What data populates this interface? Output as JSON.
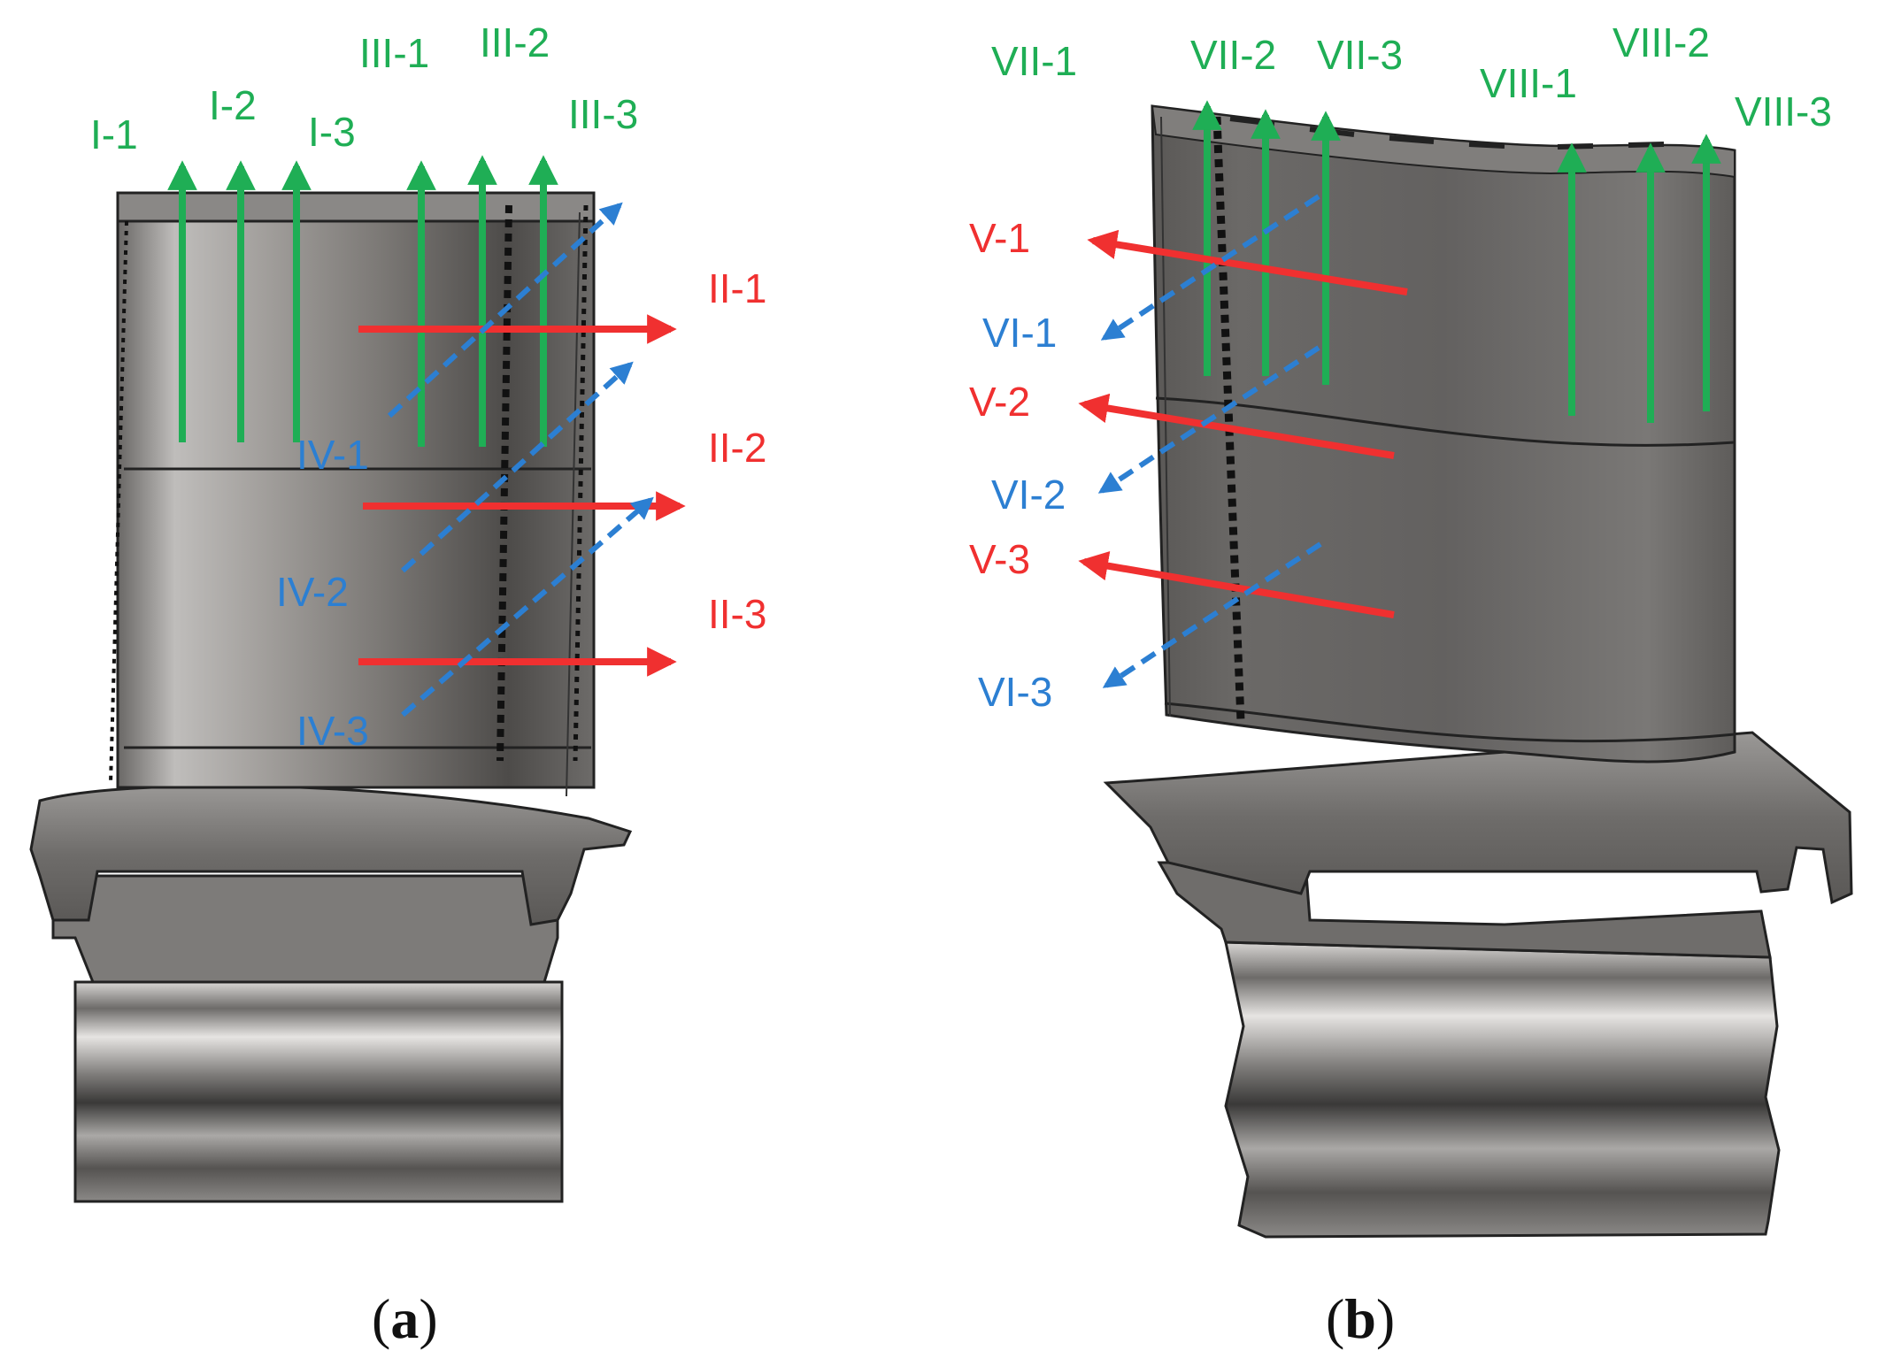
{
  "panel_a": {
    "caption": {
      "open": "(",
      "letter": "a",
      "close": ")"
    },
    "green_labels": [
      "I-1",
      "I-2",
      "I-3",
      "III-1",
      "III-2",
      "III-3"
    ],
    "red_labels": [
      "II-1",
      "II-2",
      "II-3"
    ],
    "blue_labels": [
      "IV-1",
      "IV-2",
      "IV-3"
    ]
  },
  "panel_b": {
    "caption": {
      "open": "(",
      "letter": "b",
      "close": ")"
    },
    "green_labels": [
      "VII-1",
      "VII-2",
      "VII-3",
      "VIII-1",
      "VIII-2",
      "VIII-3"
    ],
    "red_labels": [
      "V-1",
      "V-2",
      "V-3"
    ],
    "blue_labels": [
      "VI-1",
      "VI-2",
      "VI-3"
    ]
  },
  "colors": {
    "green_arrow": "#1fae55",
    "red_arrow": "#f03030",
    "blue_dashed_arrow": "#2c7fd2",
    "blade_metal": "#6f6d6b"
  }
}
